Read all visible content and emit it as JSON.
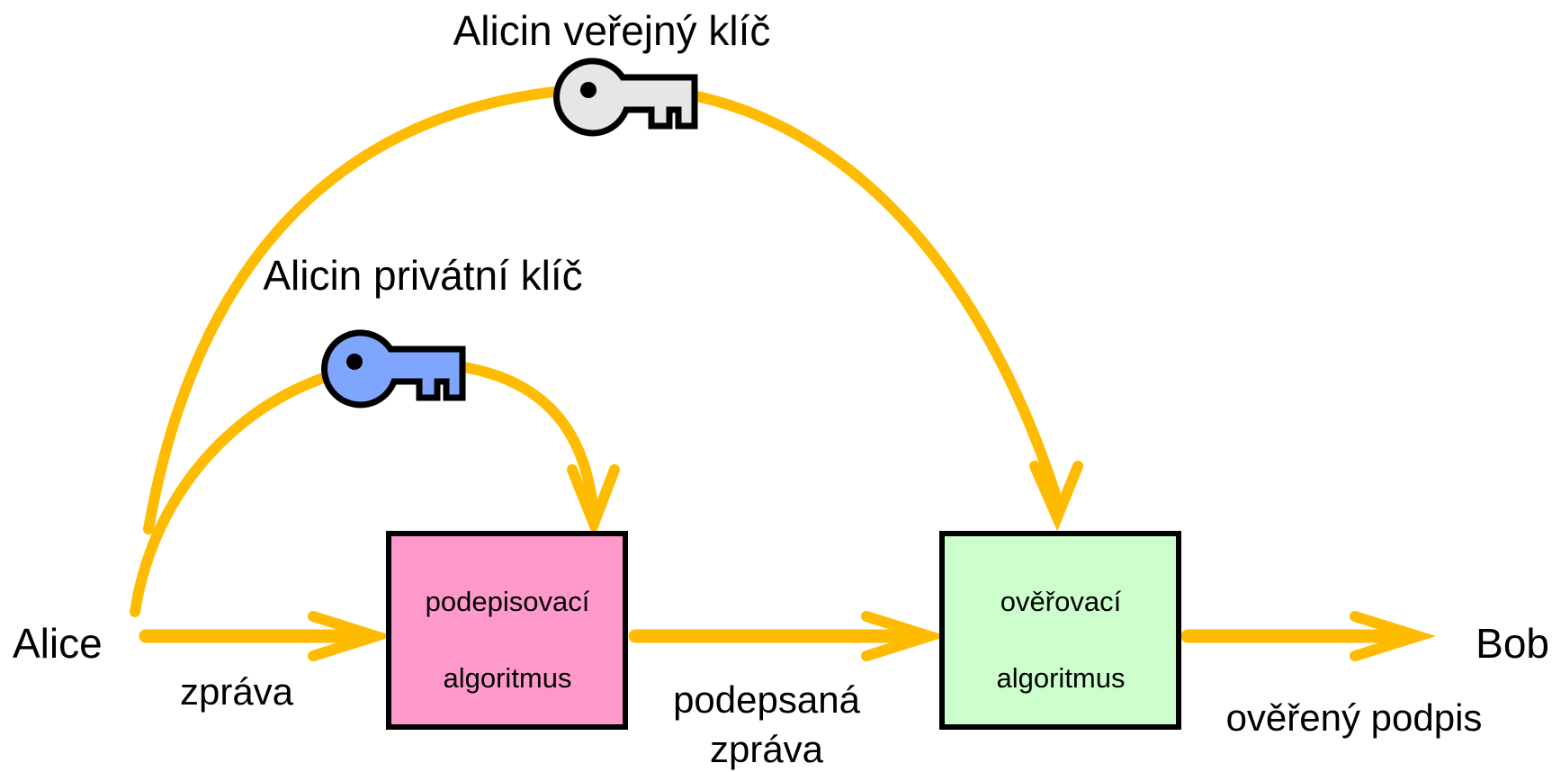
{
  "nodes": {
    "alice": "Alice",
    "bob": "Bob"
  },
  "keys": {
    "public": {
      "label": "Alicin veřejný klíč",
      "icon": "key-icon",
      "color": "#e6e6e6"
    },
    "private": {
      "label": "Alicin privátní klíč",
      "icon": "key-icon",
      "color": "#7fa6ff"
    }
  },
  "boxes": {
    "sign": {
      "line1": "podepisovací",
      "line2": "algoritmus",
      "color": "#ff99cc"
    },
    "verify": {
      "line1": "ověřovací",
      "line2": "algoritmus",
      "color": "#ccffcc"
    }
  },
  "edges": {
    "message": "zpráva",
    "signed_message_line1": "podepsaná",
    "signed_message_line2": "zpráva",
    "verified_signature": "ověřený podpis"
  },
  "colors": {
    "arrow": "#ffbb00",
    "outline": "#000000"
  }
}
